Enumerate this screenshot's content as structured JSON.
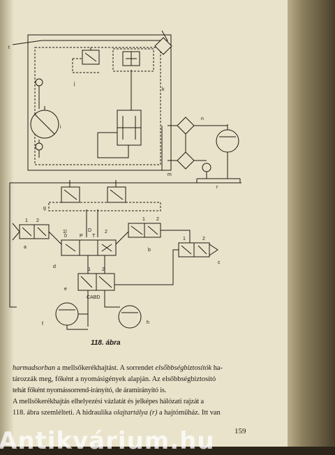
{
  "figure": {
    "caption": "118. ábra",
    "labels": {
      "t": "t",
      "j": "j",
      "k": "k",
      "i": "i",
      "n": "n",
      "m": "m",
      "r": "r",
      "g": "g",
      "n1_1": "1",
      "n1_2": "2",
      "n1_0": "0",
      "P": "P",
      "D": "D",
      "T": "T",
      "n2_1": "1",
      "n2_2": "2",
      "n3_1": "1",
      "n3_2": "2",
      "n4_1": "1",
      "n4_2": "2",
      "n5_1": "1",
      "n5_2": "2",
      "l": "l",
      "a": "a",
      "b": "b",
      "c": "c",
      "d": "d",
      "e": "e",
      "f": "f",
      "h": "h",
      "CABD": "CABD"
    }
  },
  "body": {
    "lines": [
      {
        "text": [
          {
            "t": "harmadsorban",
            "i": true
          },
          {
            "t": " a mellsőkerékhajtást. A sorrendet "
          },
          {
            "t": "elsőbbségbiztosítók",
            "i": true
          },
          {
            "t": " ha-"
          }
        ]
      },
      {
        "text": [
          {
            "t": "tározzák meg, főként a nyomásigények alapján. Az elsőbbségbiztosító"
          }
        ]
      },
      {
        "text": [
          {
            "t": "tehát főként nyomássorrend-irányító, de áramirányító is."
          }
        ]
      },
      {
        "text": [
          {
            "t": "A mellsőkerékhajtás elhelyezési vázlatát és jelképes hálózati rajzát a"
          }
        ]
      },
      {
        "text": [
          {
            "t": "118. ábra szemlélteti. A hidraulika "
          },
          {
            "t": "olajtartálya (r)",
            "i": true
          },
          {
            "t": " a hajtóműház. Itt van"
          }
        ]
      }
    ]
  },
  "page_number": "159",
  "watermark": "Antikvárium.hu"
}
